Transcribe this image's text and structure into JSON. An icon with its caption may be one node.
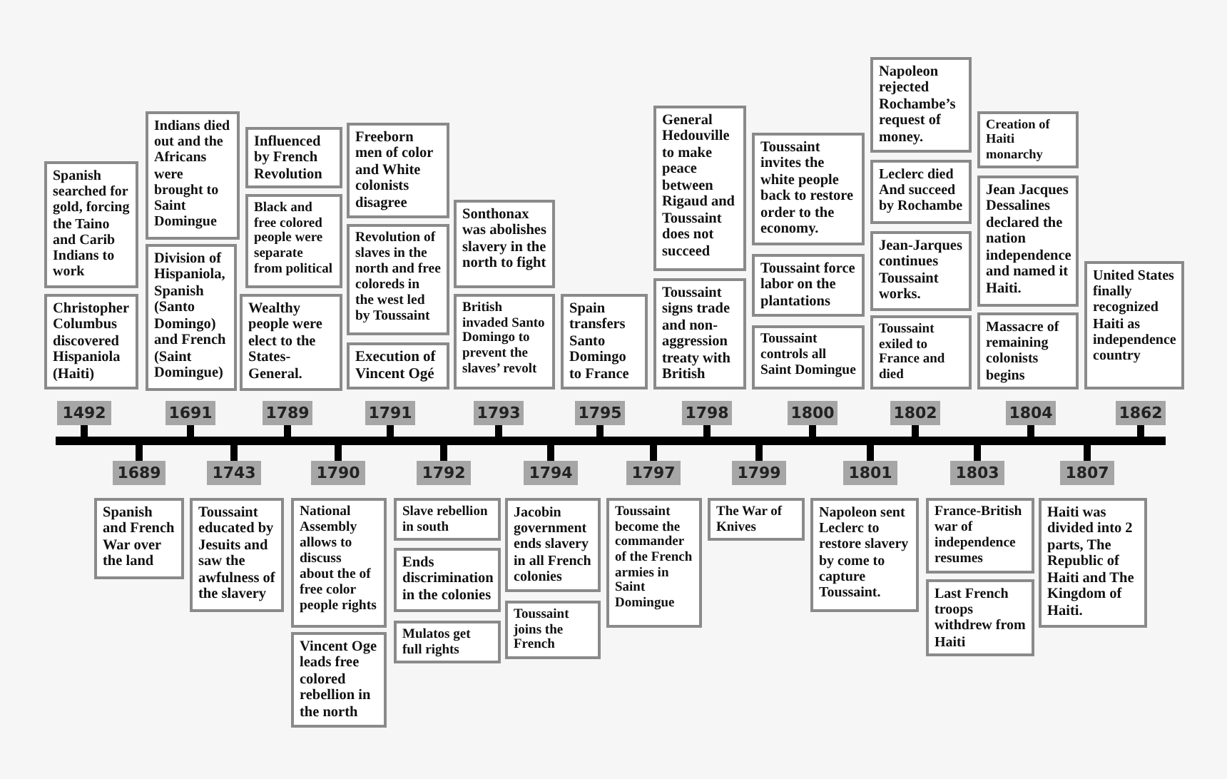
{
  "diagram": {
    "nodes": [
      {
        "text": [
          "1492"
        ]
      },
      {
        "text": [
          "Spanish searched for gold, forcing the Taino and Carib Indians to work"
        ]
      },
      {
        "text": [
          "Christopher Columbus discovered Hispaniola (Haiti)"
        ]
      },
      {
        "text": [
          "1689"
        ]
      },
      {
        "text": [
          "Spanish and French War over the land"
        ]
      },
      {
        "text": [
          "1691"
        ]
      },
      {
        "text": [
          "Indians died out and the Africans were brought to Saint Domingue"
        ]
      },
      {
        "text": [
          "Division of Hispaniola, Spanish (Santo Domingo) and French (Saint Domingue)"
        ]
      },
      {
        "text": [
          "1743"
        ]
      },
      {
        "text": [
          "Toussaint educated by Jesuits and saw the awfulness of the slavery"
        ]
      },
      {
        "text": [
          "1789"
        ]
      },
      {
        "text": [
          "Influenced by French Revolution"
        ]
      },
      {
        "text": [
          "Black and free colored people were separate from political"
        ]
      },
      {
        "text": [
          "Wealthy people were elect to the States-General."
        ]
      },
      {
        "text": [
          "1790"
        ]
      },
      {
        "text": [
          "National Assembly allows to discuss about the of free color people rights"
        ]
      },
      {
        "text": [
          "Vincent Oge leads free colored rebellion in the north"
        ]
      },
      {
        "text": [
          "1791"
        ]
      },
      {
        "text": [
          "Freeborn men of color and White colonists disagree"
        ]
      },
      {
        "text": [
          "Revolution of slaves in the north and free coloreds in the west led by Toussaint"
        ]
      },
      {
        "text": [
          "Execution of Vincent Ogé"
        ]
      },
      {
        "text": [
          "1792"
        ]
      },
      {
        "text": [
          "Slave rebellion in south"
        ]
      },
      {
        "text": [
          "Ends discrimination in the colonies"
        ]
      },
      {
        "text": [
          "Mulatos get full rights"
        ]
      },
      {
        "text": [
          "1793"
        ]
      },
      {
        "text": [
          "Sonthonax was abolishes slavery in the north to fight"
        ]
      },
      {
        "text": [
          "British invaded Santo Domingo to prevent the slaves’ revolt"
        ]
      },
      {
        "text": [
          "1794"
        ]
      },
      {
        "text": [
          "Jacobin government ends slavery in all French colonies"
        ]
      },
      {
        "text": [
          "Toussaint joins the French"
        ]
      },
      {
        "text": [
          "1795"
        ]
      },
      {
        "text": [
          "Spain transfers Santo Domingo to France"
        ]
      },
      {
        "text": [
          "1797"
        ]
      },
      {
        "text": [
          "Toussaint become the commander of the French armies in Saint Domingue"
        ]
      },
      {
        "text": [
          "1798"
        ]
      },
      {
        "text": [
          "General Hedouville to make peace between Rigaud and Toussaint does not succeed"
        ]
      },
      {
        "text": [
          "Toussaint signs trade and non-aggression treaty with British"
        ]
      },
      {
        "text": [
          "1799"
        ]
      },
      {
        "text": [
          "The War of Knives"
        ]
      },
      {
        "text": [
          "1800"
        ]
      },
      {
        "text": [
          "Toussaint invites the white people back to restore order to the economy."
        ]
      },
      {
        "text": [
          "Toussaint force labor on the plantations"
        ]
      },
      {
        "text": [
          "Toussaint controls all Saint Domingue"
        ]
      },
      {
        "text": [
          "1801"
        ]
      },
      {
        "text": [
          "Napoleon sent Leclerc to restore slavery by come to capture Toussaint."
        ]
      },
      {
        "text": [
          "1802"
        ]
      },
      {
        "text": [
          "Napoleon rejected Rochambe’s request of money."
        ]
      },
      {
        "text": [
          "Leclerc died And succeed by Rochambe"
        ]
      },
      {
        "text": [
          "Jean-Jarques continues Toussaint works."
        ]
      },
      {
        "text": [
          "Toussaint exiled to France and died"
        ]
      },
      {
        "text": [
          "1803"
        ]
      },
      {
        "text": [
          "France-British war of independence resumes"
        ]
      },
      {
        "text": [
          "Last French troops withdrew from Haiti"
        ]
      },
      {
        "text": [
          "1804"
        ]
      },
      {
        "text": [
          "Creation of Haiti monarchy"
        ]
      },
      {
        "text": [
          "Jean Jacques Dessalines declared the nation independence and named it Haiti."
        ]
      },
      {
        "text": [
          "Massacre of remaining colonists begins"
        ]
      },
      {
        "text": [
          "1807"
        ]
      },
      {
        "text": [
          "Haiti was divided into 2 parts, The Republic of Haiti and The Kingdom of Haiti."
        ]
      },
      {
        "text": [
          "1862"
        ]
      },
      {
        "text": [
          "United States finally recognized Haiti as independence country"
        ]
      },
      {
        "text": [],
        "shape": "bar"
      }
    ],
    "edges": [
      {
        "from": 0,
        "to": 62,
        "arrow": "none"
      },
      {
        "from": 3,
        "to": 62,
        "arrow": "none"
      },
      {
        "from": 5,
        "to": 62,
        "arrow": "none"
      },
      {
        "from": 8,
        "to": 62,
        "arrow": "none"
      },
      {
        "from": 10,
        "to": 62,
        "arrow": "none"
      },
      {
        "from": 14,
        "to": 62,
        "arrow": "none"
      },
      {
        "from": 17,
        "to": 62,
        "arrow": "none"
      },
      {
        "from": 21,
        "to": 62,
        "arrow": "none"
      },
      {
        "from": 25,
        "to": 62,
        "arrow": "none"
      },
      {
        "from": 28,
        "to": 62,
        "arrow": "none"
      },
      {
        "from": 31,
        "to": 62,
        "arrow": "none"
      },
      {
        "from": 33,
        "to": 62,
        "arrow": "none"
      },
      {
        "from": 35,
        "to": 62,
        "arrow": "none"
      },
      {
        "from": 38,
        "to": 62,
        "arrow": "none"
      },
      {
        "from": 40,
        "to": 62,
        "arrow": "none"
      },
      {
        "from": 44,
        "to": 62,
        "arrow": "none"
      },
      {
        "from": 46,
        "to": 62,
        "arrow": "none"
      },
      {
        "from": 51,
        "to": 62,
        "arrow": "none"
      },
      {
        "from": 54,
        "to": 62,
        "arrow": "none"
      },
      {
        "from": 58,
        "to": 62,
        "arrow": "none"
      },
      {
        "from": 60,
        "to": 62,
        "arrow": "none"
      }
    ]
  }
}
